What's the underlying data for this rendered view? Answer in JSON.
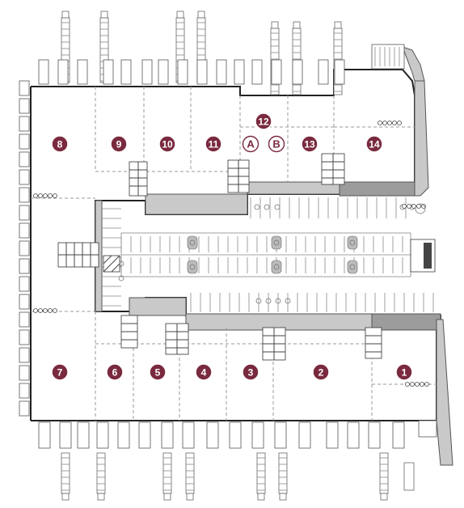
{
  "units": [
    {
      "id": "u1",
      "label": "1",
      "kind": "number"
    },
    {
      "id": "u2",
      "label": "2",
      "kind": "number"
    },
    {
      "id": "u3",
      "label": "3",
      "kind": "number"
    },
    {
      "id": "u4",
      "label": "4",
      "kind": "number"
    },
    {
      "id": "u5",
      "label": "5",
      "kind": "number"
    },
    {
      "id": "u6",
      "label": "6",
      "kind": "number"
    },
    {
      "id": "u7",
      "label": "7",
      "kind": "number"
    },
    {
      "id": "u8",
      "label": "8",
      "kind": "number"
    },
    {
      "id": "u9",
      "label": "9",
      "kind": "number"
    },
    {
      "id": "u10",
      "label": "10",
      "kind": "number"
    },
    {
      "id": "u11",
      "label": "11",
      "kind": "number"
    },
    {
      "id": "u12",
      "label": "12",
      "kind": "number"
    },
    {
      "id": "u13",
      "label": "13",
      "kind": "number"
    },
    {
      "id": "u14",
      "label": "14",
      "kind": "number"
    },
    {
      "id": "uA",
      "label": "A",
      "kind": "letter"
    },
    {
      "id": "uB",
      "label": "B",
      "kind": "letter"
    }
  ],
  "colors": {
    "marker": "#7a2a3e",
    "concrete": "#c9c9c9",
    "wall": "#222222"
  }
}
